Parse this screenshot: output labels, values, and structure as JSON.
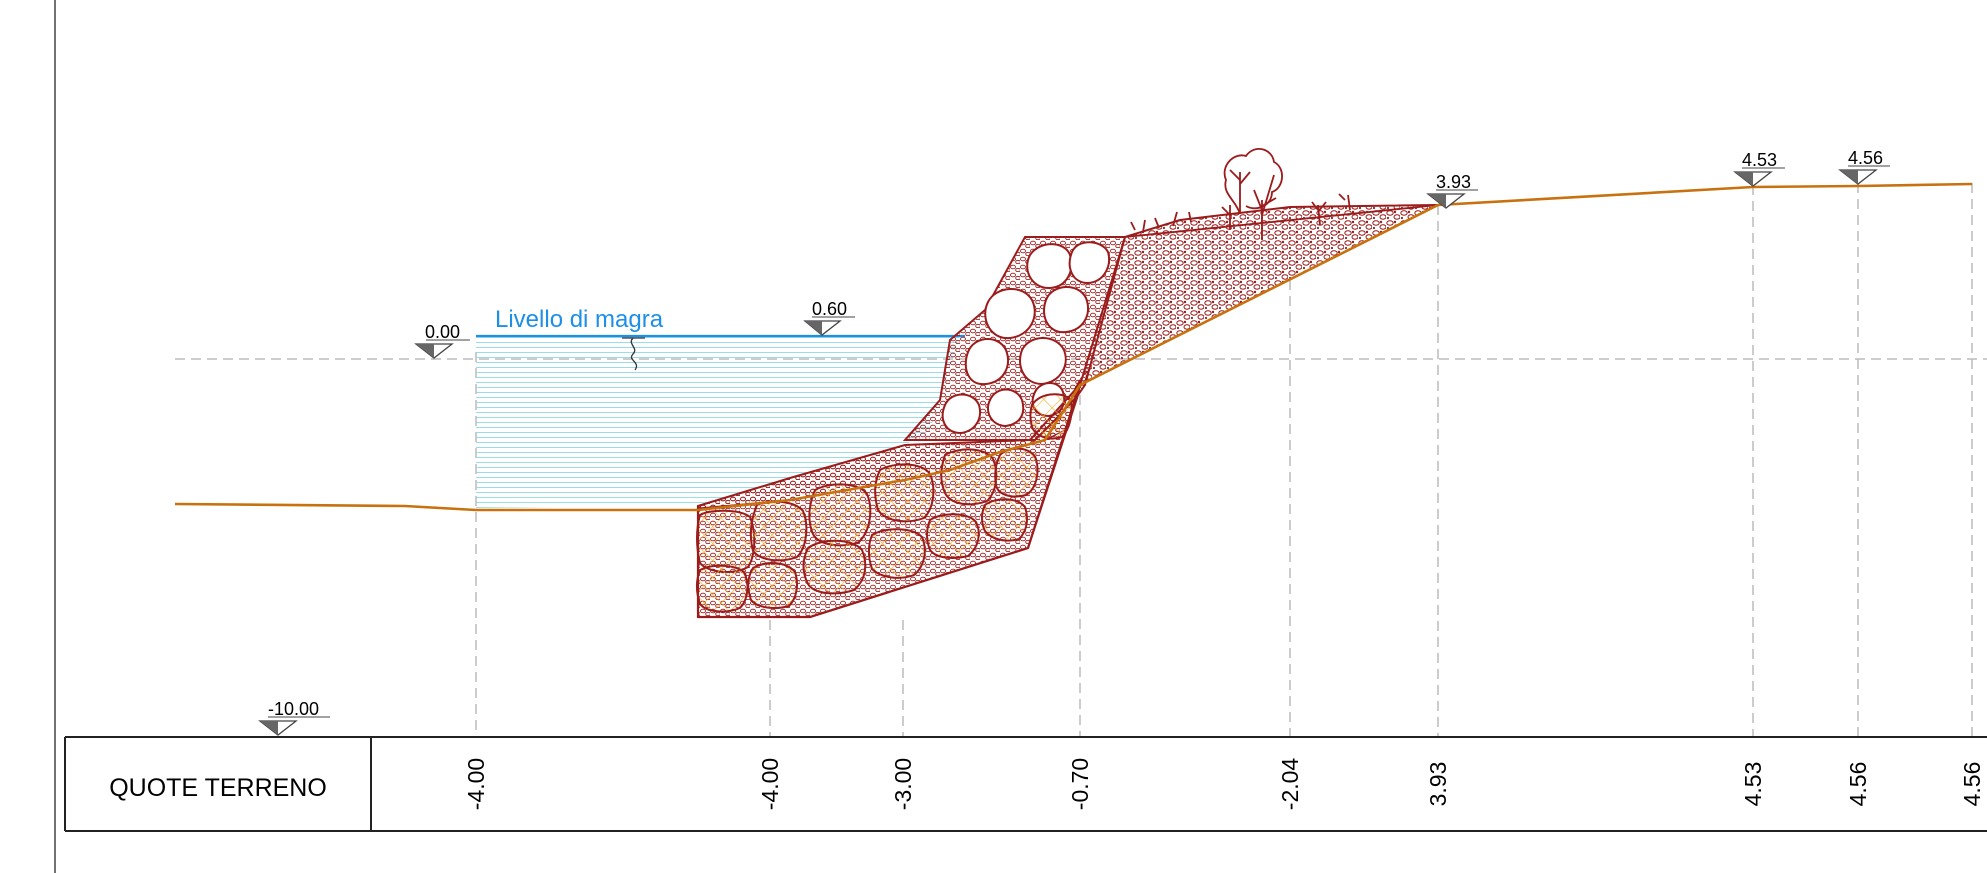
{
  "water": {
    "label": "Livello di magra",
    "color": "#1e8fe6"
  },
  "elevation_markers": [
    {
      "label": "0.00"
    },
    {
      "label": "0.60"
    },
    {
      "label": "3.93"
    },
    {
      "label": "4.53"
    },
    {
      "label": "4.56"
    },
    {
      "label": "-10.00"
    }
  ],
  "table": {
    "title": "QUOTE TERRENO",
    "values": [
      "-4.00",
      "-4.00",
      "-3.00",
      "-0.70",
      "-2.04",
      "3.93",
      "4.53",
      "4.56",
      "4.56"
    ]
  },
  "colors": {
    "terrain": "#c8720f",
    "riprap": "#9b1c1c",
    "fill": "#f5c242",
    "guides": "#bbbbbb",
    "marker": "#666666"
  }
}
